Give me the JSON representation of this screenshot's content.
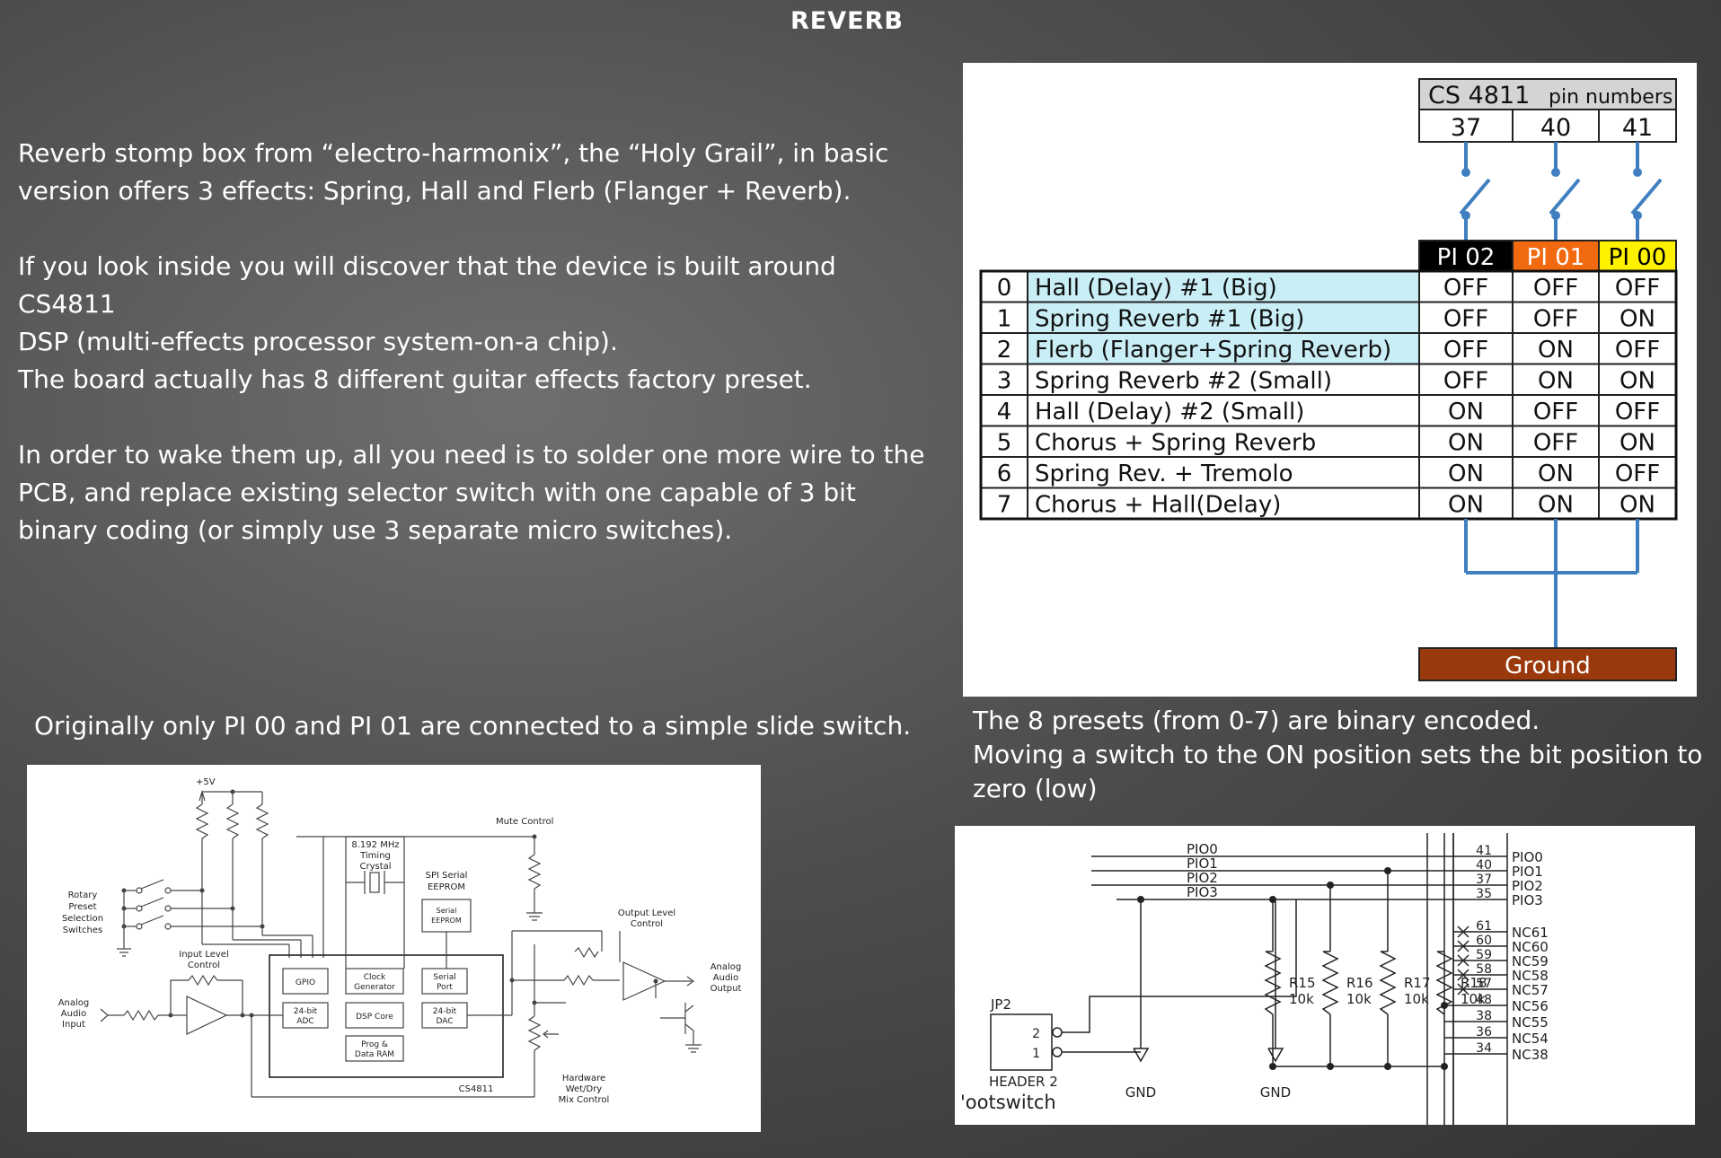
{
  "title": "REVERB",
  "intro": {
    "p1": [
      "Reverb stomp box from “electro-harmonix”, the “Holy Grail”, in basic",
      "version offers 3 effects:  Spring, Hall and Flerb (Flanger + Reverb)."
    ],
    "p2": [
      "If you look inside you will discover that the device is built around CS4811",
      "DSP  (multi-effects processor system-on-a chip).",
      "The board actually has 8 different guitar effects factory preset."
    ],
    "p3": [
      "In order to wake them up, all you need is to solder one more wire to the",
      "PCB, and replace existing selector switch with one capable of 3 bit",
      "binary coding (or simply use 3 separate micro switches)."
    ]
  },
  "caption_left": "Originally only PI 00 and PI 01 are connected to a simple slide switch.",
  "caption_right": [
    "The 8 presets (from 0-7) are binary encoded.",
    "Moving a switch to the ON position sets the bit position to",
    "zero (low)"
  ],
  "pin_table": {
    "header": "CS 4811",
    "header_small": "pin numbers",
    "pins": [
      "37",
      "40",
      "41"
    ],
    "pi_labels": [
      "PI 02",
      "PI 01",
      "PI 00"
    ],
    "pi_colors": [
      "#000000",
      "#f26a10",
      "#fff200"
    ],
    "pi_text_colors": [
      "#ffffff",
      "#ffffff",
      "#000000"
    ],
    "rows": [
      {
        "n": "0",
        "name": "Hall (Delay) #1 (Big)",
        "bits": [
          "OFF",
          "OFF",
          "OFF"
        ]
      },
      {
        "n": "1",
        "name": "Spring Reverb #1 (Big)",
        "bits": [
          "OFF",
          "OFF",
          "ON"
        ]
      },
      {
        "n": "2",
        "name": "Flerb (Flanger+Spring Reverb)",
        "bits": [
          "OFF",
          "ON",
          "OFF"
        ]
      },
      {
        "n": "3",
        "name": "Spring Reverb #2 (Small)",
        "bits": [
          "OFF",
          "ON",
          "ON"
        ]
      },
      {
        "n": "4",
        "name": "Hall (Delay) #2 (Small)",
        "bits": [
          "ON",
          "OFF",
          "OFF"
        ]
      },
      {
        "n": "5",
        "name": "Chorus + Spring Reverb",
        "bits": [
          "ON",
          "OFF",
          "ON"
        ]
      },
      {
        "n": "6",
        "name": "Spring Rev. + Tremolo",
        "bits": [
          "ON",
          "ON",
          "OFF"
        ]
      },
      {
        "n": "7",
        "name": "Chorus + Hall(Delay)",
        "bits": [
          "ON",
          "ON",
          "ON"
        ]
      }
    ],
    "ground": "Ground",
    "ground_color": "#9a3a0c",
    "highlight_color": "#c9eef6",
    "wire_color": "#3f7fc0"
  },
  "block": {
    "v5": "+5V",
    "mute": "Mute Control",
    "rotary": [
      "Rotary",
      "Preset",
      "Selection",
      "Switches"
    ],
    "input_level": [
      "Input Level",
      "Control"
    ],
    "analog_in": [
      "Analog",
      "Audio",
      "Input"
    ],
    "crystal": [
      "8.192 MHz",
      "Timing",
      "Crystal"
    ],
    "spi": [
      "SPI Serial",
      "EEPROM"
    ],
    "eeprom": [
      "Serial",
      "EEPROM"
    ],
    "output_level": [
      "Output Level",
      "Control"
    ],
    "analog_out": [
      "Analog",
      "Audio",
      "Output"
    ],
    "gpio": "GPIO",
    "clock": [
      "Clock",
      "Generator"
    ],
    "serial_port": [
      "Serial",
      "Port"
    ],
    "adc": [
      "24-bit",
      "ADC"
    ],
    "dsp": "DSP Core",
    "dac": [
      "24-bit",
      "DAC"
    ],
    "ram": [
      "Prog &",
      "Data RAM"
    ],
    "chip": "CS4811",
    "hardware": [
      "Hardware",
      "Wet/Dry",
      "Mix Control"
    ]
  },
  "schematic": {
    "nets": [
      "PIO0",
      "PIO1",
      "PIO2",
      "PIO3"
    ],
    "right_labels": [
      "PIO0",
      "PIO1",
      "PIO2",
      "PIO3",
      "NC61",
      "NC60",
      "NC59",
      "NC58",
      "NC57",
      "NC56",
      "NC55",
      "NC54",
      "NC38"
    ],
    "pin_nums": [
      "41",
      "40",
      "37",
      "35",
      "61",
      "60",
      "59",
      "58",
      "57",
      "48",
      "38",
      "36",
      "34"
    ],
    "resistors": [
      "R15",
      "R16",
      "R17",
      "R18"
    ],
    "res_value": "10k",
    "gnd": "GND",
    "jp": "JP2",
    "jp_pins": [
      "2",
      "1"
    ],
    "header": "HEADER 2",
    "footswitch": "'ootswitch"
  }
}
